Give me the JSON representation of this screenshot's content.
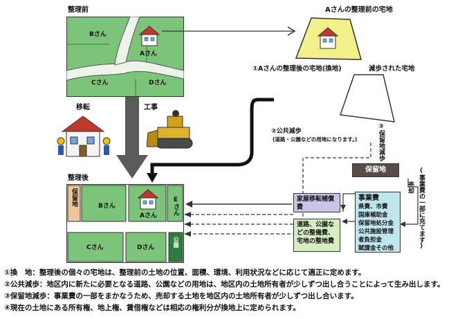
{
  "labels": {
    "before": "整理前",
    "after": "整理後",
    "a_lot_title": "Aさんの整理前の宅地",
    "a_lot_after": "①Aさんの整理後の宅地(換地)",
    "reduced": "減歩された宅地",
    "relocation": "移転",
    "construction": "工事",
    "public_genbu": "②公共減歩",
    "public_genbu_sub": "(道路・公園などの用地になります。)",
    "reserve_genbu": "③保留地減歩",
    "reserve_land": "保留地",
    "reserve_side": "(事業費の一部に充てます)",
    "sale": "売却"
  },
  "before_map": {
    "owners": [
      "Bさん",
      "Aさん",
      "Cさん",
      "Dさん"
    ]
  },
  "after_map": {
    "reserve": "保留地",
    "owners": [
      "Bさん",
      "Aさん",
      "Eさん",
      "Cさん",
      "Dさん"
    ],
    "park": "公園"
  },
  "boxes": {
    "relocation_comp": "家屋移転補償費",
    "works": "道路、公園などの整備費、宅地の整地費",
    "project_title": "事業費",
    "project_items": [
      "県費、市費",
      "国庫補助金",
      "保留地処分金",
      "公共施設管理",
      "者負担金",
      "賦課金その他"
    ]
  },
  "notes": [
    "①換　地：整理後の個々の宅地は、整理前の土地の位置、面積、環境、利用状況などに応じて適正に定めます。",
    "②公共減歩：地区内に新たに必要となる道路、公園などの用地は、地区内の土地所有者が少しずつ出し合うことによって生み出します。",
    "③保留地減歩：事業費の一部をまかなうため、売却する土地を地区内の土地所有者が少しずつ出し合います。",
    "④現在の土地にある所有権、地上権、賃借権などは相応の権利分が換地上に定められます。"
  ],
  "colors": {
    "lot_green": "#7cc47a",
    "yellow": "#f2f08a",
    "lavender": "#c9c4ea",
    "lightgreen": "#d6edc2",
    "cyan": "#bfe6ef",
    "darkgreen": "#2f7d3a",
    "orange": "#f0c49a",
    "gray_arrow": "#5a5a5a"
  }
}
